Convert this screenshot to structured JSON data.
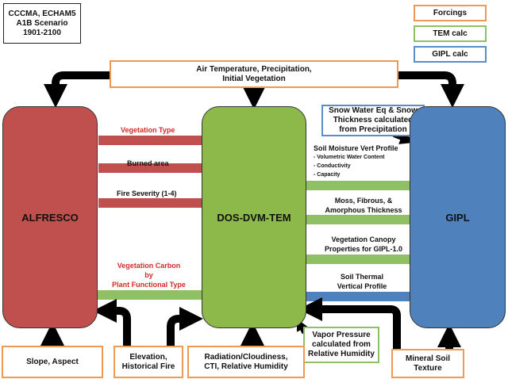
{
  "scenario": [
    "CCCMA, ECHAM5",
    "A1B Scenario",
    "1901-2100"
  ],
  "legend": {
    "forcings": "Forcings",
    "tem_calc": "TEM calc",
    "gipl_calc": "GIPL calc"
  },
  "colors": {
    "orange": "#ee9a55",
    "green": "#8fc063",
    "blue": "#5b8ec7",
    "red": "#c0504d",
    "model_green": "#8db94b",
    "model_blue": "#4f81bd"
  },
  "top_forcing": [
    "Air Temperature, Precipitation,",
    "Initial Vegetation"
  ],
  "snow_box": [
    "Snow Water Eq & Snow",
    "Thickness calculated",
    "from Precipitation"
  ],
  "models": {
    "alfresco": "ALFRESCO",
    "dvm": "DOS-DVM-TEM",
    "gipl": "GIPL"
  },
  "alfresco_to_tem": {
    "vegetation_type": "Vegetation Type",
    "burned_area": "Burned area",
    "fire_severity": "Fire Severity (1-4)"
  },
  "veg_carbon": [
    "Vegetation Carbon",
    "by",
    "Plant Functional Type"
  ],
  "tem_to_gipl": {
    "soil_moisture": "Soil Moisture Vert Profile",
    "soil_items": [
      "- Volumetric Water Content",
      "- Conductivity",
      "- Capacity"
    ],
    "moss": [
      "Moss, Fibrous, &",
      "Amorphous Thickness"
    ],
    "canopy": [
      "Vegetation Canopy",
      "Properties for GIPL-1.0"
    ]
  },
  "gipl_to_tem": [
    "Soil Thermal",
    "Vertical Profile"
  ],
  "vapor": [
    "Vapor Pressure",
    "calculated from",
    "Relative Humidity"
  ],
  "bottom": {
    "slope": "Slope, Aspect",
    "elevation": [
      "Elevation,",
      "Historical Fire"
    ],
    "radiation": [
      "Radiation/Cloudiness,",
      "CTI,  Relative Humidity"
    ],
    "mineral": [
      "Mineral Soil",
      "Texture"
    ]
  }
}
